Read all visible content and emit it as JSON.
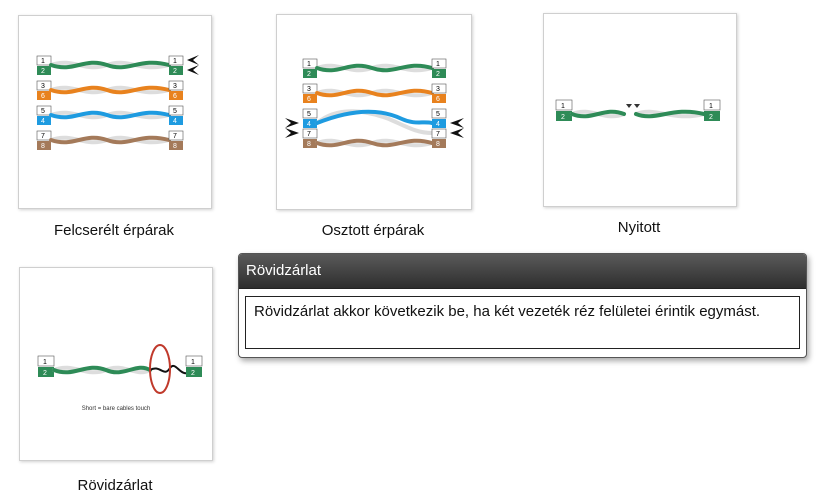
{
  "cards": [
    {
      "caption": "Felcserélt érpárak"
    },
    {
      "caption": "Osztott érpárak"
    },
    {
      "caption": "Nyitott"
    },
    {
      "caption": "Rövidzárlat"
    }
  ],
  "pins": {
    "one": "1",
    "two": "2",
    "three": "3",
    "four": "4",
    "five": "5",
    "six": "6",
    "seven": "7",
    "eight": "8"
  },
  "short_note": "Short = bare cables touch",
  "popup": {
    "title": "Rövidzárlat",
    "text": "Rövidzárlat akkor következik be, ha két vezeték réz felületei érintik egymást."
  },
  "colors": {
    "green": "#2e8b57",
    "orange": "#e8821e",
    "blue": "#1e9be0",
    "brown": "#a47a5a",
    "red": "#c0392b",
    "header_dark": "#3a3a3a"
  }
}
